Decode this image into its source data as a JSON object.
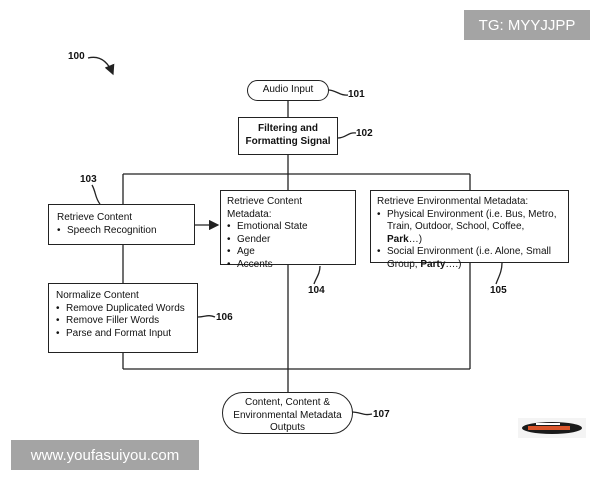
{
  "figure": {
    "ref_100": "100",
    "audio_input": {
      "label": "Audio Input",
      "ref": "101"
    },
    "filtering": {
      "label_line1": "Filtering and",
      "label_line2": "Formatting Signal",
      "ref": "102"
    },
    "retrieve_content": {
      "ref": "103",
      "title": "Retrieve Content",
      "items": [
        "Speech Recognition"
      ]
    },
    "content_metadata": {
      "ref": "104",
      "title": "Retrieve Content Metadata:",
      "items": [
        "Emotional State",
        "Gender",
        "Age",
        "Accents"
      ]
    },
    "environmental_metadata": {
      "ref": "105",
      "title": "Retrieve Environmental Metadata:",
      "items": [
        {
          "text": "Physical Environment (i.e. Bus, Metro, Train, Outdoor, School, Coffee, ",
          "bold": "Park",
          "tail": "…)"
        },
        {
          "text": "Social Environment (i.e. Alone, Small Group, ",
          "bold": "Party",
          "tail": "….)"
        }
      ]
    },
    "normalize": {
      "ref": "106",
      "title": "Normalize Content",
      "items": [
        "Remove Duplicated Words",
        "Remove Filler Words",
        "Parse and Format Input"
      ]
    },
    "outputs": {
      "ref": "107",
      "line1": "Content, Content &",
      "line2": "Environmental Metadata",
      "line3": "Outputs"
    }
  },
  "watermarks": {
    "tg": "TG: MYYJJPP",
    "site": "www.youfasuiyou.com"
  },
  "colors": {
    "line": "#222222",
    "badge_bg": "#a4a4a4",
    "badge_text": "#ffffff"
  }
}
